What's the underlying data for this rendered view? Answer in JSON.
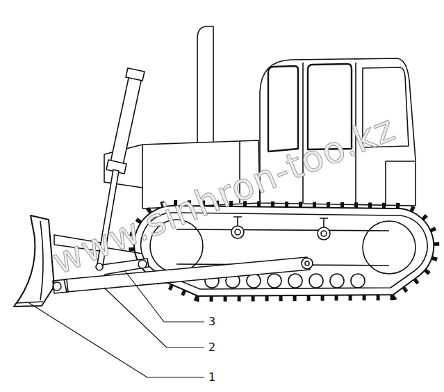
{
  "diagram": {
    "labels": [
      "www.sinhron-too.kz",
      "3",
      "2",
      "1"
    ]
  }
}
